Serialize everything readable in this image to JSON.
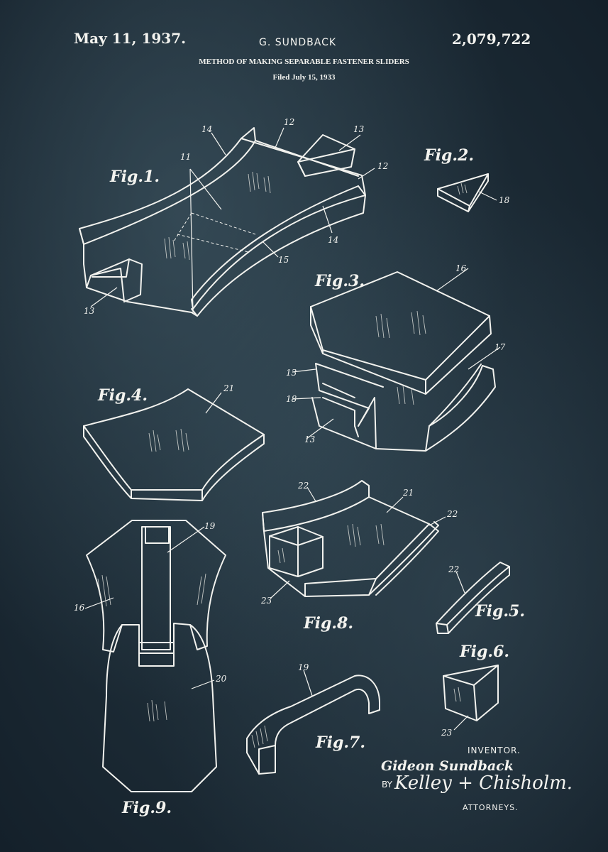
{
  "header": {
    "date": "May 11, 1937.",
    "inventor": "G. SUNDBACK",
    "patent_number": "2,079,722",
    "title": "METHOD OF MAKING SEPARABLE FASTENER SLIDERS",
    "filed": "Filed July 15, 1933"
  },
  "figures": {
    "fig1": "Fig.1.",
    "fig2": "Fig.2.",
    "fig3": "Fig.3.",
    "fig4": "Fig.4.",
    "fig5": "Fig.5.",
    "fig6": "Fig.6.",
    "fig7": "Fig.7.",
    "fig8": "Fig.8.",
    "fig9": "Fig.9."
  },
  "references": {
    "fig1": [
      "14",
      "12",
      "13",
      "11",
      "12",
      "14",
      "15",
      "13"
    ],
    "fig2": [
      "18"
    ],
    "fig3": [
      "16",
      "17",
      "13",
      "18",
      "13"
    ],
    "fig4": [
      "21"
    ],
    "fig5": [
      "22"
    ],
    "fig6": [
      "23"
    ],
    "fig7": [
      "19"
    ],
    "fig8": [
      "22",
      "21",
      "22",
      "23"
    ],
    "fig9": [
      "19",
      "16",
      "20"
    ]
  },
  "signature": {
    "inventor_caption": "INVENTOR.",
    "inventor_name": "Gideon Sundback",
    "by": "BY",
    "attorney_name": "Kelley + Chisholm.",
    "attorneys_caption": "ATTORNEYS."
  }
}
